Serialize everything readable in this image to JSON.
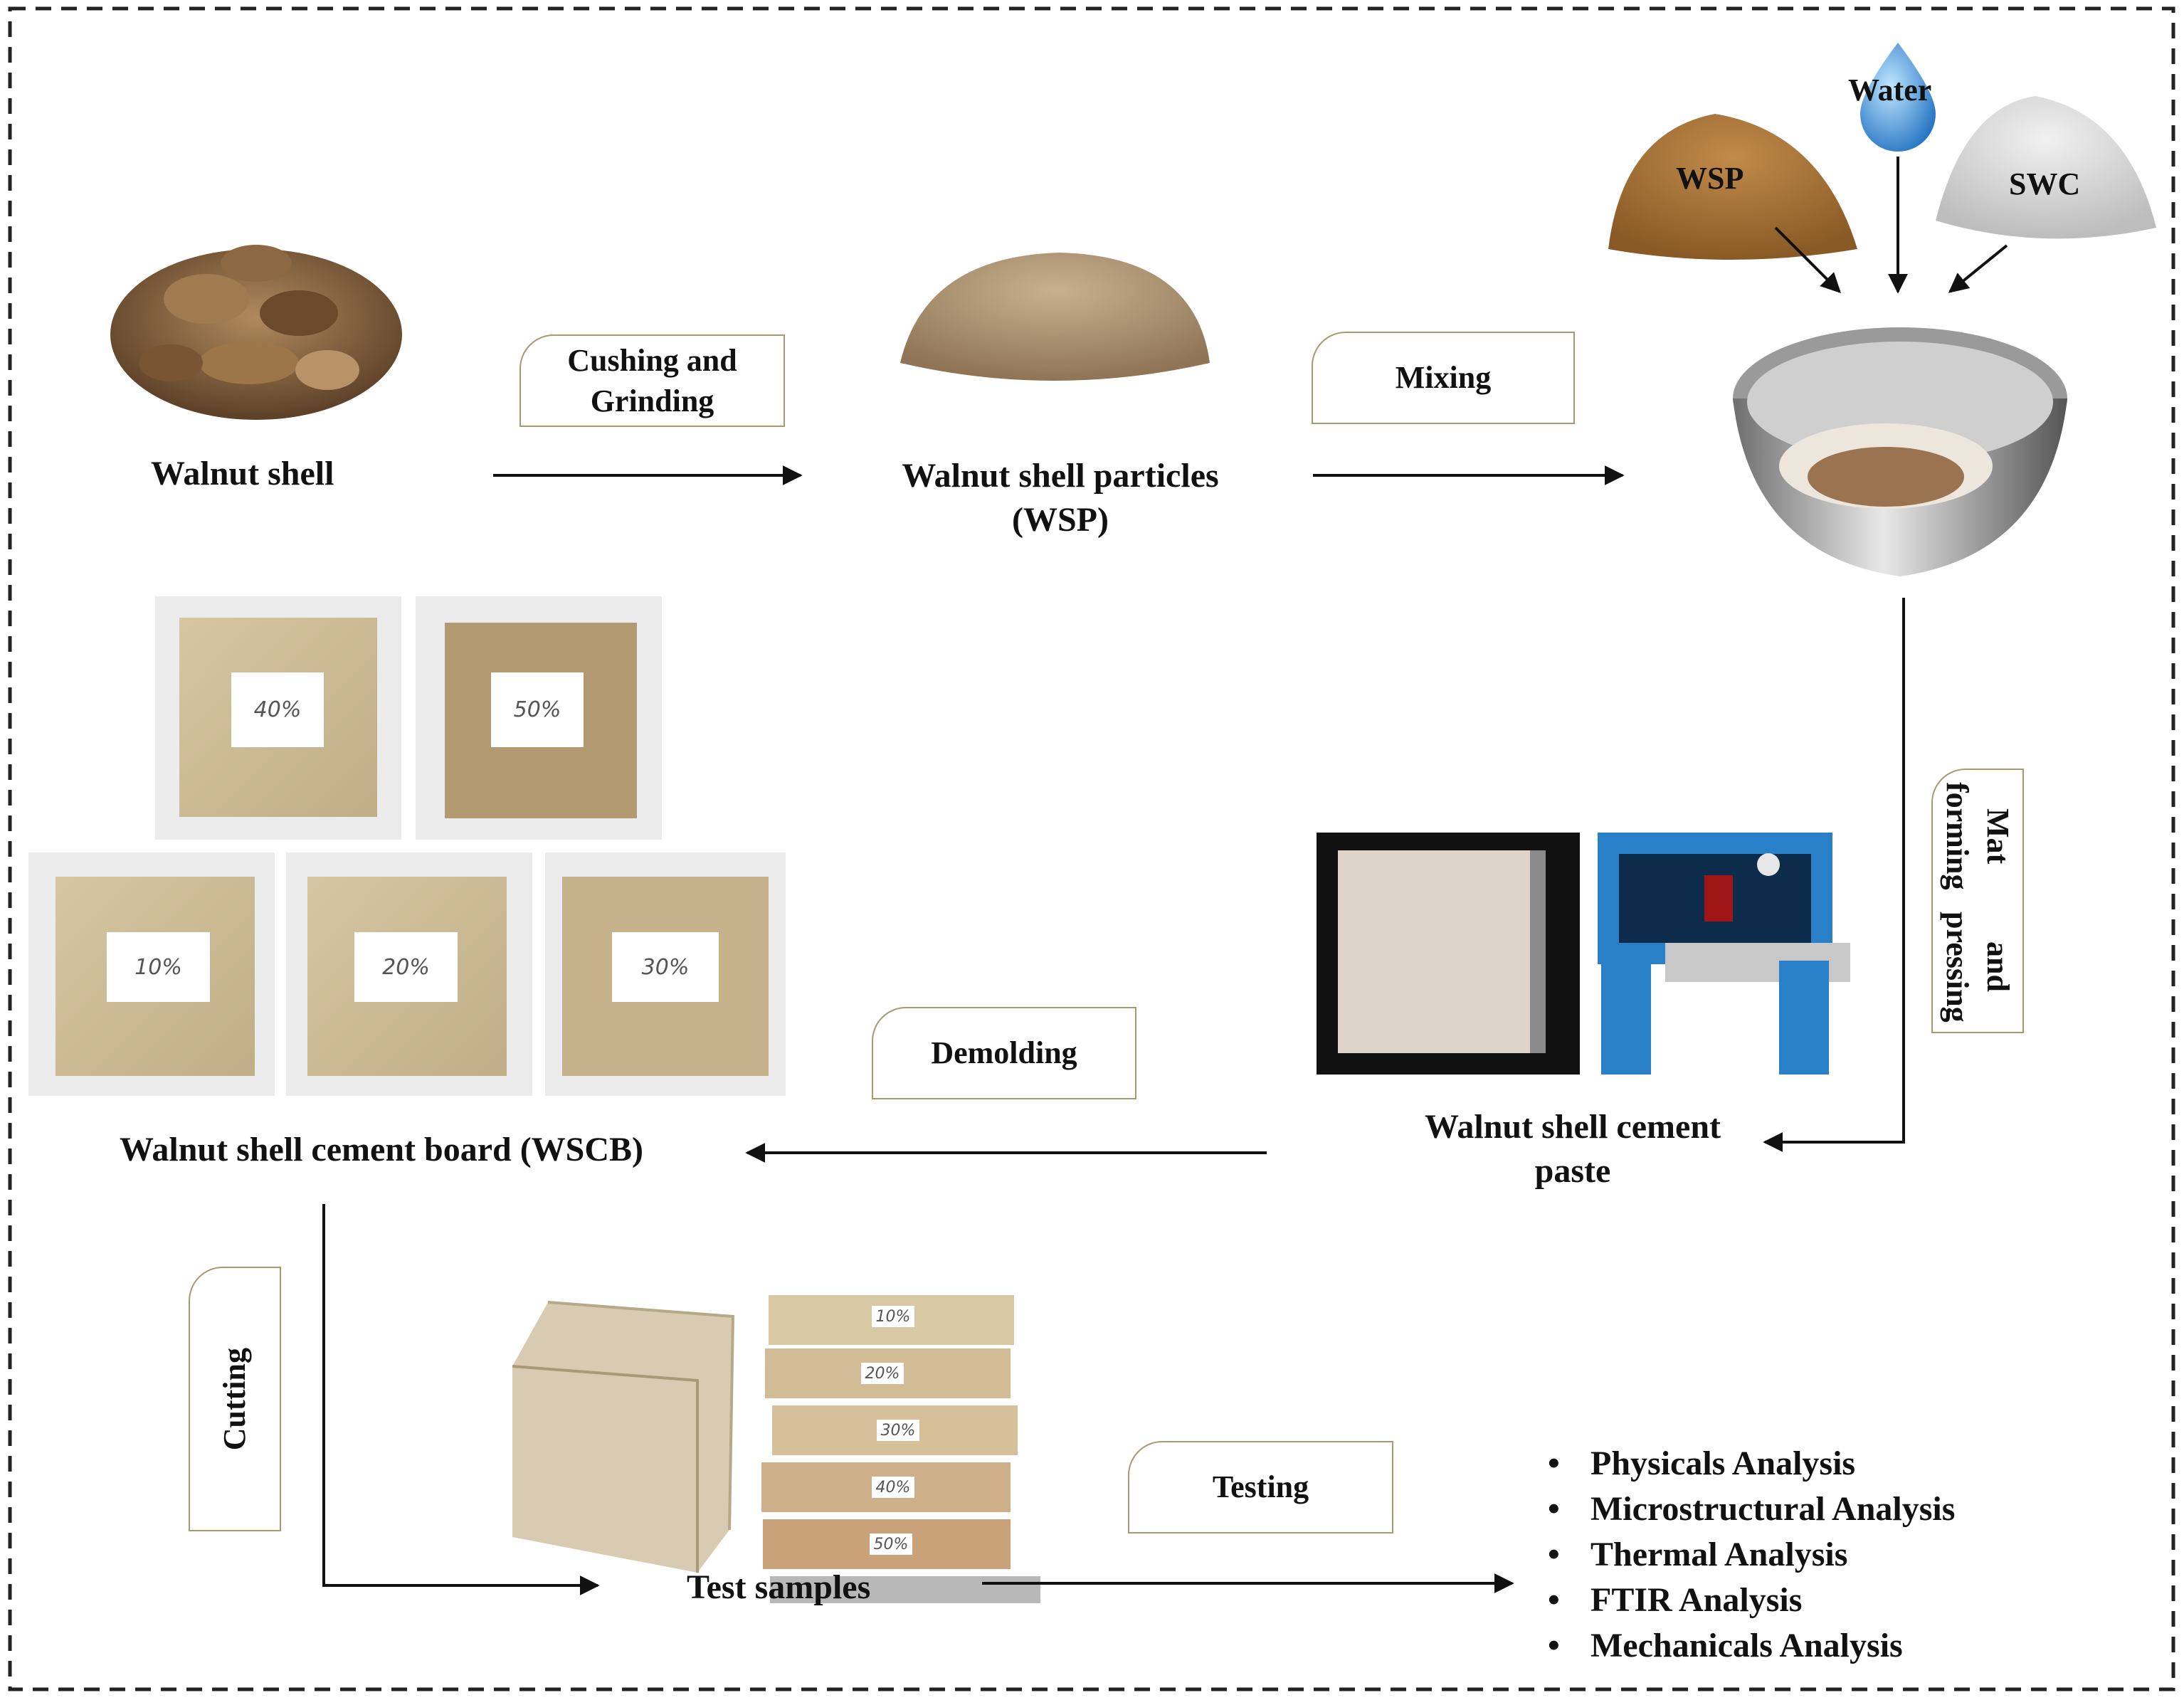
{
  "nodes": {
    "walnut_shell": "Walnut shell",
    "wsp_line1": "Walnut shell particles",
    "wsp_line2": "(WSP)",
    "wscb": "Walnut shell cement board (WSCB)",
    "paste_line1": "Walnut shell cement",
    "paste_line2": "paste",
    "test_samples": "Test samples"
  },
  "steps": {
    "crushing_line1": "Cushing and",
    "crushing_line2": "Grinding",
    "mixing": "Mixing",
    "mat_forming_line1": "Mat forming",
    "mat_forming_line2": "and pressing",
    "demolding": "Demolding",
    "cutting": "Cutting",
    "testing": "Testing"
  },
  "ingredients": {
    "wsp": "WSP",
    "water": "Water",
    "swc": "SWC"
  },
  "boards": [
    "40%",
    "50%",
    "10%",
    "20%",
    "30%"
  ],
  "samples": [
    "10%",
    "20%",
    "30%",
    "40%",
    "50%"
  ],
  "analyses": [
    "Physicals Analysis",
    "Microstructural Analysis",
    "Thermal Analysis",
    "FTIR Analysis",
    "Mechanicals Analysis"
  ],
  "colors": {
    "border": "#222222",
    "step_border": "#a89a70",
    "shell": "#8a6a45",
    "particles": "#b89d7c",
    "cement_board": "#cdbb92",
    "press_blue": "#2a7fc9"
  }
}
